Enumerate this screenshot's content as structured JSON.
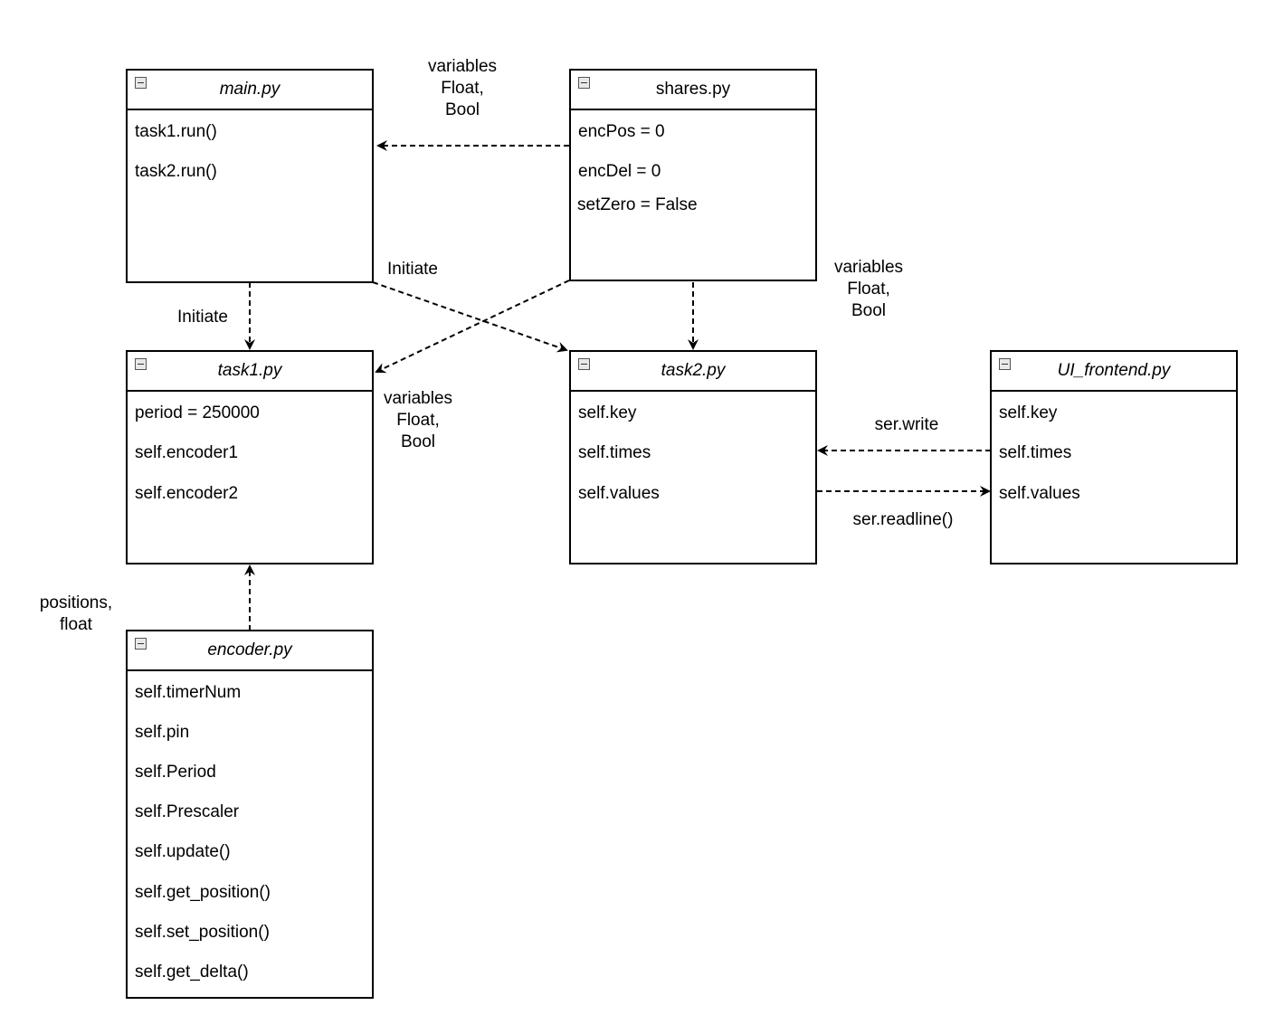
{
  "classes": {
    "main": {
      "title": "main.py",
      "fields": [
        "task1.run()",
        "task2.run()"
      ]
    },
    "shares": {
      "title": "shares.py",
      "fields": [
        "encPos = 0",
        "encDel = 0",
        "setZero = False"
      ]
    },
    "task1": {
      "title": "task1.py",
      "fields": [
        "period = 250000",
        "self.encoder1",
        "self.encoder2"
      ]
    },
    "task2": {
      "title": "task2.py",
      "fields": [
        "self.key",
        "self.times",
        "self.values"
      ]
    },
    "ui": {
      "title": "UI_frontend.py",
      "fields": [
        "self.key",
        "self.times",
        "self.values"
      ]
    },
    "encoder": {
      "title": "encoder.py",
      "fields": [
        "self.timerNum",
        "self.pin",
        "self.Period",
        "self.Prescaler",
        "self.update()",
        "self.get_position()",
        "self.set_position()",
        "self.get_delta()"
      ]
    }
  },
  "labels": {
    "shares_to_main": [
      "variables",
      "Float,",
      "Bool"
    ],
    "shares_to_task2": [
      "variables",
      "Float,",
      "Bool"
    ],
    "shares_to_task1": [
      "variables",
      "Float,",
      "Bool"
    ],
    "main_to_task1": "Initiate",
    "main_to_task2": "Initiate",
    "ser_write": "ser.write",
    "ser_readline": "ser.readline()",
    "encoder_to_task1": [
      "positions,",
      "float"
    ]
  }
}
